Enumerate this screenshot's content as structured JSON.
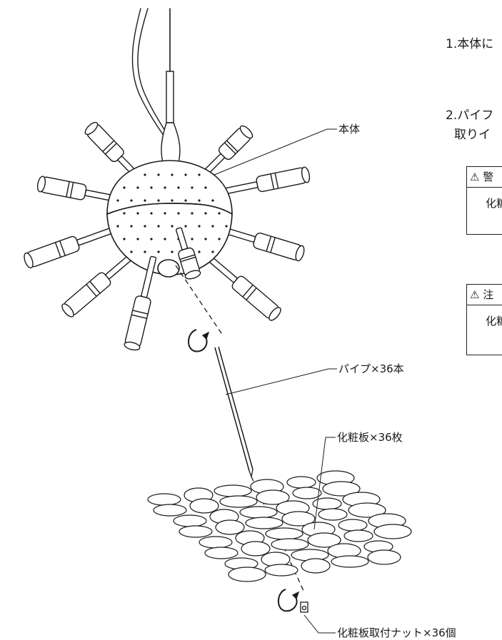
{
  "labels": {
    "body": "本体",
    "pipe": "パイプ×36本",
    "plate": "化粧板×36枚",
    "nut": "化粧板取付ナット×36個"
  },
  "steps": {
    "step1": "1.本体に",
    "step2_line1": "2.パイフ",
    "step2_line2": "取りイ"
  },
  "notices": [
    {
      "head_icon": "⚠",
      "head_text": "警",
      "body": "化粧"
    },
    {
      "head_icon": "⚠",
      "head_text": "注",
      "body": "化粧"
    }
  ]
}
